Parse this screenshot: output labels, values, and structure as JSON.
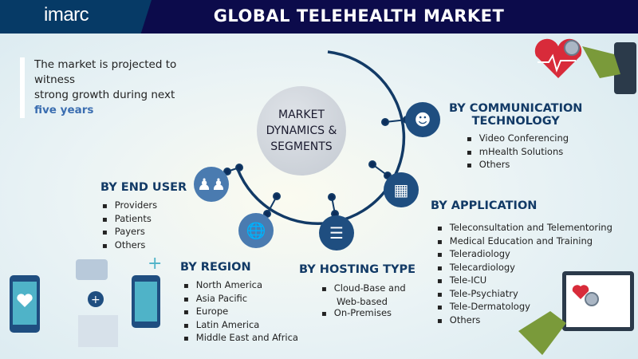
{
  "header": {
    "logo": "imarc",
    "title": "GLOBAL TELEHEALTH MARKET"
  },
  "intro": {
    "line1": "The market is projected to witness",
    "line2": "strong growth during next",
    "highlight": "five years"
  },
  "center": {
    "line1": "MARKET",
    "line2": "DYNAMICS &",
    "line3": "SEGMENTS"
  },
  "segments": {
    "communication": {
      "title1": "BY  COMMUNICATION",
      "title2": "TECHNOLOGY",
      "items": [
        "Video Conferencing",
        "mHealth Solutions",
        "Others"
      ]
    },
    "application": {
      "title": "BY APPLICATION",
      "items": [
        "Teleconsultation and Telementoring",
        "Medical Education and Training",
        "Teleradiology",
        "Telecardiology",
        "Tele-ICU",
        "Tele-Psychiatry",
        "Tele-Dermatology",
        "Others"
      ]
    },
    "hosting": {
      "title": "BY HOSTING TYPE",
      "items": [
        "Cloud-Base and",
        "Web-based",
        "On-Premises"
      ]
    },
    "region": {
      "title": "BY REGION",
      "items": [
        "North America",
        "Asia Pacific",
        "Europe",
        "Latin America",
        "Middle East and Africa"
      ]
    },
    "end_user": {
      "title": "BY END USER",
      "items": [
        "Providers",
        "Patients",
        "Payers",
        "Others"
      ]
    }
  },
  "colors": {
    "header": "#0c0b4b",
    "logo_bg": "#063a66",
    "accent": "#123a66",
    "highlight": "#3a6db0"
  }
}
